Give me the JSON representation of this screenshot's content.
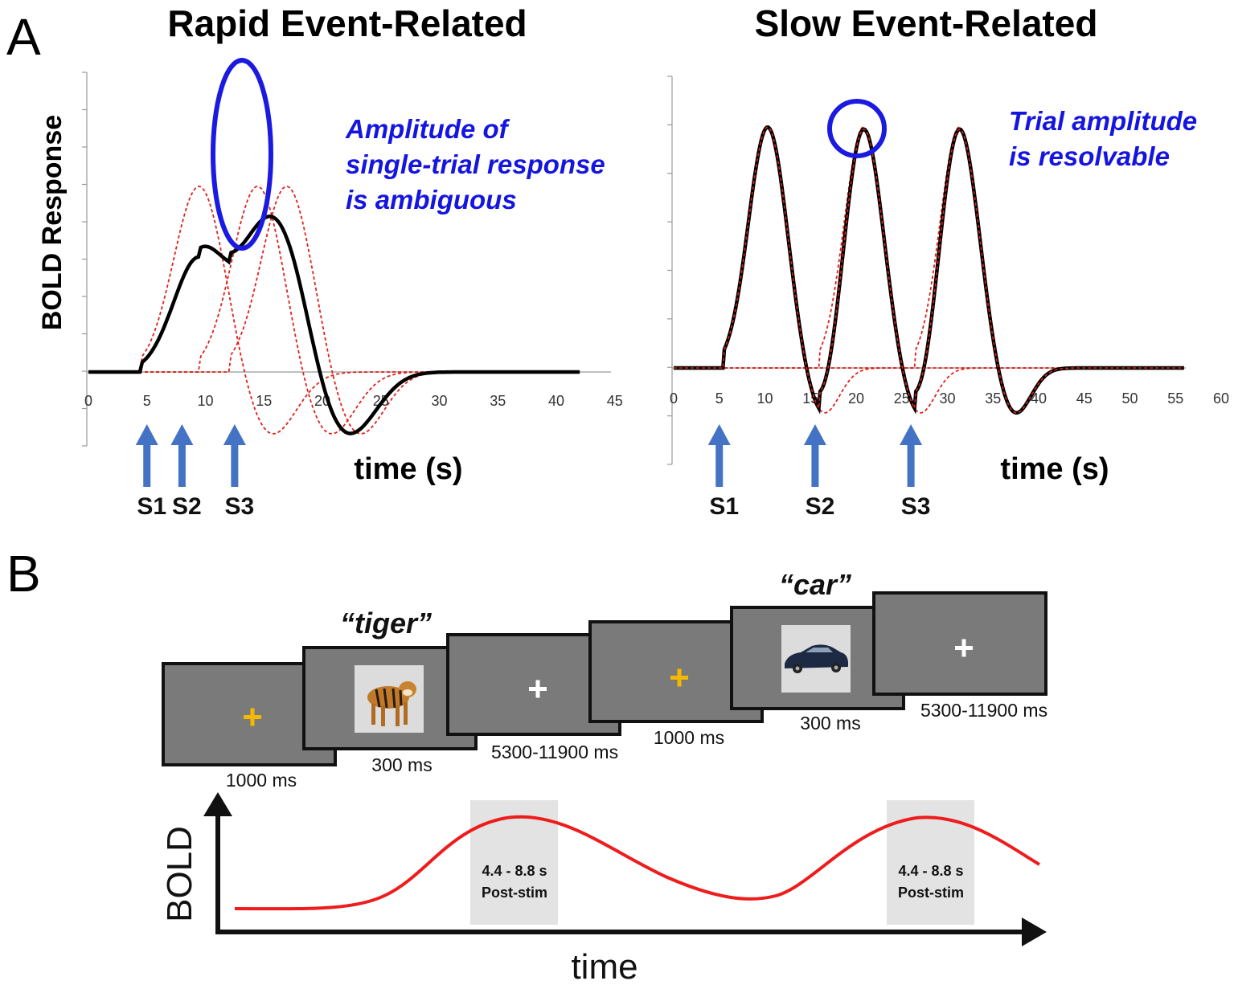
{
  "panel_a": {
    "letter": "A",
    "rapid": {
      "title": "Rapid Event-Related",
      "ylabel": "BOLD Response",
      "xlabel": "time (s)",
      "xticks": [
        "0",
        "5",
        "10",
        "15",
        "20",
        "25",
        "30",
        "35",
        "40",
        "45"
      ],
      "stimuli": [
        {
          "label": "S1",
          "time": 5
        },
        {
          "label": "S2",
          "time": 8
        },
        {
          "label": "S3",
          "time": 12.5
        }
      ],
      "note": [
        "Amplitude of",
        "single-trial response",
        "is ambiguous"
      ]
    },
    "slow": {
      "title": "Slow Event-Related",
      "xlabel": "time (s)",
      "xticks": [
        "0",
        "5",
        "10",
        "15",
        "20",
        "25",
        "30",
        "35",
        "40",
        "45",
        "50",
        "55",
        "60"
      ],
      "stimuli": [
        {
          "label": "S1",
          "time": 5
        },
        {
          "label": "S2",
          "time": 15.5
        },
        {
          "label": "S3",
          "time": 26
        }
      ],
      "note": [
        "Trial amplitude",
        "is resolvable"
      ]
    },
    "colors": {
      "summed": "#000000",
      "single_trial": "#e0201a",
      "ellipse": "#1a1ae0",
      "arrow": "#4472c4",
      "note": "#1515e0"
    }
  },
  "panel_b": {
    "letter": "B",
    "words": [
      "“tiger”",
      "“car”"
    ],
    "screens": [
      {
        "content": "yellow-fixation-cross",
        "duration": "1000 ms"
      },
      {
        "content": "tiger-image",
        "duration": "300 ms"
      },
      {
        "content": "white-fixation-cross",
        "duration": "5300-11900 ms"
      },
      {
        "content": "yellow-fixation-cross",
        "duration": "1000 ms"
      },
      {
        "content": "car-image",
        "duration": "300 ms"
      },
      {
        "content": "white-fixation-cross",
        "duration": "5300-11900 ms"
      }
    ],
    "windows": [
      {
        "line1": "4.4 - 8.8 s",
        "line2": "Post-stim"
      },
      {
        "line1": "4.4 - 8.8 s",
        "line2": "Post-stim"
      }
    ],
    "y_axis_label": "BOLD",
    "x_axis_label": "time",
    "colors": {
      "screen": "#7a7a7a",
      "fixation_yellow": "#f5b800",
      "fixation_white": "#ffffff",
      "bold_curve": "#ee1c1c",
      "window": "#e3e3e3"
    }
  }
}
